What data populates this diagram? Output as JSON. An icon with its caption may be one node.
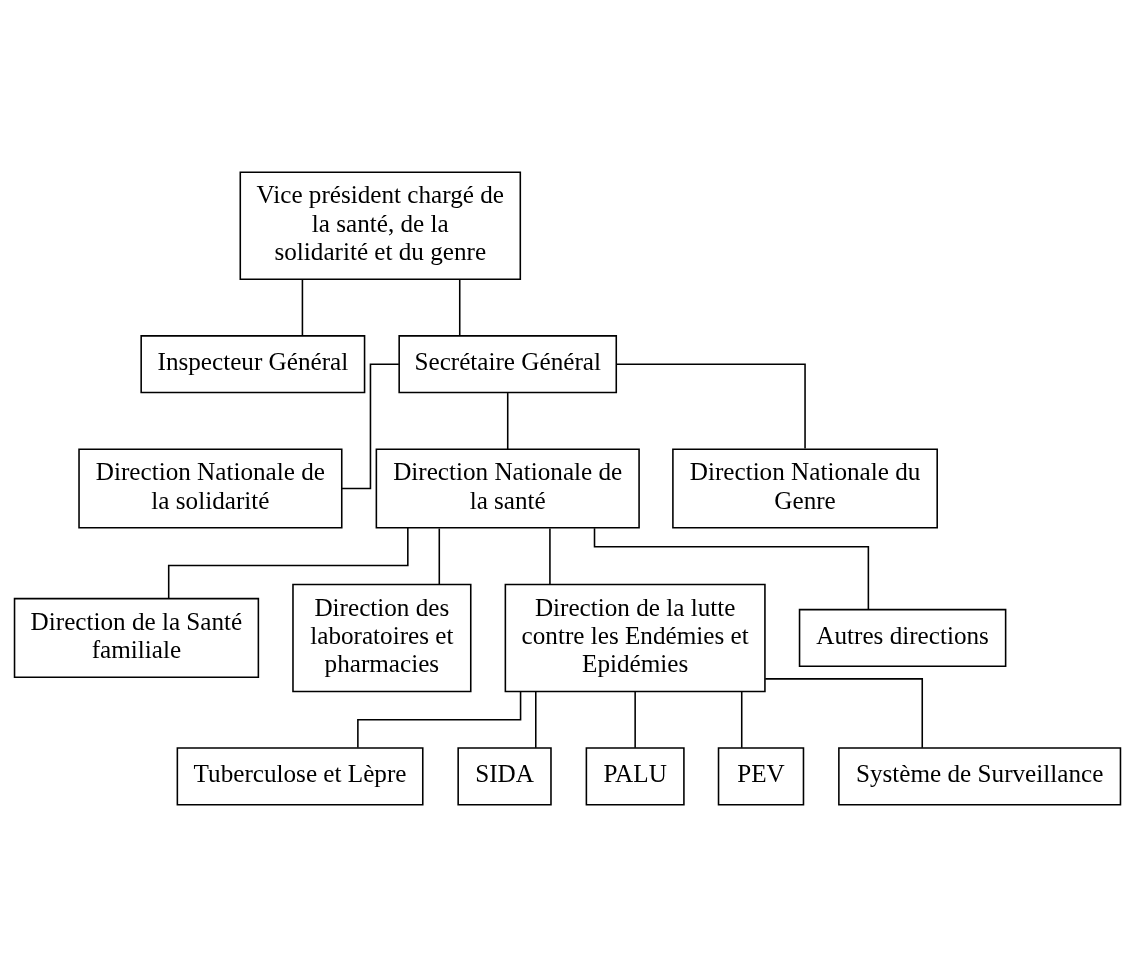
{
  "diagram": {
    "nodes": [
      {
        "text": [
          "Vice président chargé de la santé, de la solidarité et du genre"
        ]
      },
      {
        "text": [
          "Inspecteur Général"
        ]
      },
      {
        "text": [
          "Secrétaire Général"
        ]
      },
      {
        "text": [
          "Direction Nationale de la solidarité"
        ]
      },
      {
        "text": [
          "Direction Nationale de la santé"
        ]
      },
      {
        "text": [
          "Direction Nationale du Genre"
        ]
      },
      {
        "text": [
          "Direction de la Santé familiale"
        ]
      },
      {
        "text": [
          "Direction des laboratoires et pharmacies"
        ]
      },
      {
        "text": [
          "Direction de la lutte contre les Endémies et Epidémies"
        ]
      },
      {
        "text": [
          "Autres directions"
        ]
      },
      {
        "text": [
          "Tuberculose et Lèpre"
        ]
      },
      {
        "text": [
          "SIDA"
        ]
      },
      {
        "text": [
          "PALU"
        ]
      },
      {
        "text": [
          "PEV"
        ]
      },
      {
        "text": [
          "Système de Surveillance"
        ]
      }
    ],
    "edges": [
      {
        "from": 0,
        "to": 1,
        "arrow": "none"
      },
      {
        "from": 0,
        "to": 2,
        "arrow": "none"
      },
      {
        "from": 2,
        "to": 3,
        "arrow": "none"
      },
      {
        "from": 2,
        "to": 4,
        "arrow": "none"
      },
      {
        "from": 2,
        "to": 5,
        "arrow": "none"
      },
      {
        "from": 4,
        "to": 6,
        "arrow": "none"
      },
      {
        "from": 4,
        "to": 7,
        "arrow": "none"
      },
      {
        "from": 4,
        "to": 8,
        "arrow": "none"
      },
      {
        "from": 4,
        "to": 9,
        "arrow": "none"
      },
      {
        "from": 8,
        "to": 10,
        "arrow": "none"
      },
      {
        "from": 8,
        "to": 11,
        "arrow": "none"
      },
      {
        "from": 8,
        "to": 12,
        "arrow": "none"
      },
      {
        "from": 8,
        "to": 13,
        "arrow": "none"
      },
      {
        "from": 8,
        "to": 14,
        "arrow": "none"
      }
    ]
  }
}
